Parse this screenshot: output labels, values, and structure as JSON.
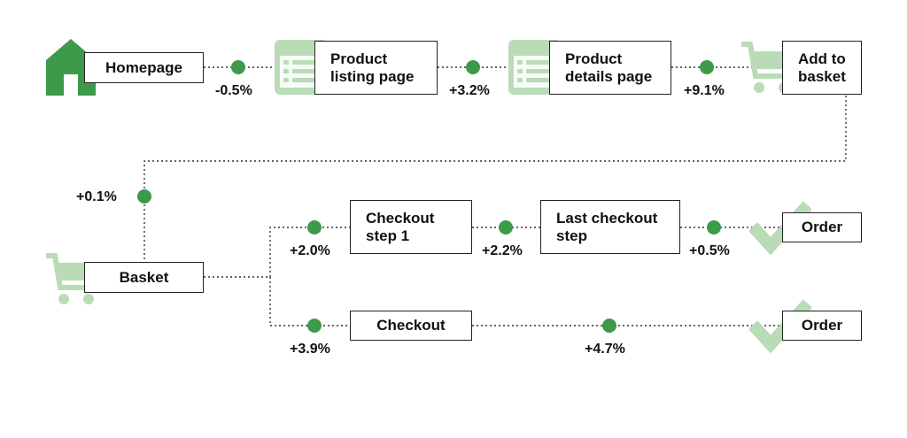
{
  "colors": {
    "dark_green": "#3d9a4a",
    "light_green": "#b9dcb7",
    "line": "#333333"
  },
  "nodes": {
    "homepage": "Homepage",
    "product_listing": [
      "Product",
      "listing page"
    ],
    "product_details": [
      "Product",
      "details page"
    ],
    "add_to_basket": [
      "Add to",
      "basket"
    ],
    "basket": "Basket",
    "checkout_step_1": [
      "Checkout",
      "step 1"
    ],
    "last_checkout_step": [
      "Last checkout",
      "step"
    ],
    "order_top": "Order",
    "checkout": "Checkout",
    "order_bottom": "Order"
  },
  "edges": {
    "homepage_to_listing": "-0.5%",
    "listing_to_details": "+3.2%",
    "details_to_add": "+9.1%",
    "add_to_basket": "+0.1%",
    "basket_to_step1": "+2.0%",
    "step1_to_last": "+2.2%",
    "last_to_order": "+0.5%",
    "basket_to_checkout": "+3.9%",
    "checkout_to_order": "+4.7%"
  },
  "icons": {
    "homepage": "home-icon",
    "product_listing": "list-page-icon",
    "product_details": "list-page-icon",
    "add_to_basket": "cart-icon",
    "basket": "cart-icon",
    "order": "checkmark-icon"
  }
}
